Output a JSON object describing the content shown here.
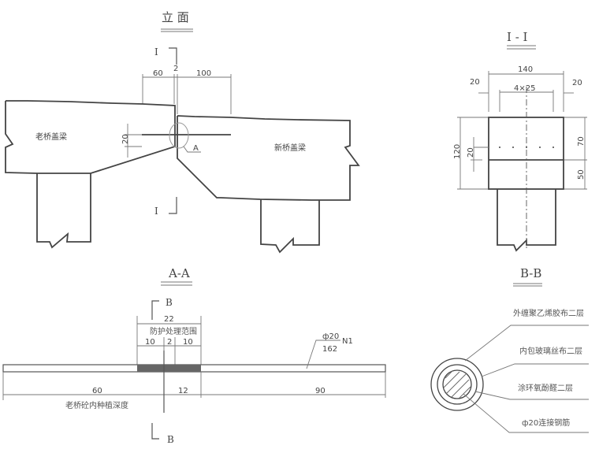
{
  "elevation": {
    "title": "立 面",
    "section_mark": "I",
    "dim_left": "60",
    "dim_gap": "2",
    "dim_right": "100",
    "dim_offset": "20",
    "old_beam_label": "老桥盖梁",
    "new_beam_label": "新桥盖梁",
    "detail_mark": "A"
  },
  "section_i": {
    "title": "I - I",
    "dim_total_width": "140",
    "dim_edge_left": "20",
    "dim_edge_right": "20",
    "dim_spacing": "4×25",
    "dim_height": "120",
    "dim_bar_offset": "20",
    "dim_upper": "70",
    "dim_lower": "50"
  },
  "section_a": {
    "title": "A-A",
    "cut_mark": "B",
    "dim_protect_total": "22",
    "protect_label": "防护处理范围",
    "dim_left_part": "10",
    "dim_gap": "2",
    "dim_right_part": "10",
    "bar_spec": "ф20",
    "bar_length": "162",
    "bar_id": "N1",
    "dim_old": "60",
    "dim_mid": "12",
    "dim_new": "90",
    "anchor_label": "老桥砼内种植深度"
  },
  "section_b": {
    "title": "B-B",
    "layers": [
      "外缠聚乙烯胶布二层",
      "内包玻璃丝布二层",
      "涂环氧酚醛二层",
      "ф20连接钢筋"
    ]
  }
}
